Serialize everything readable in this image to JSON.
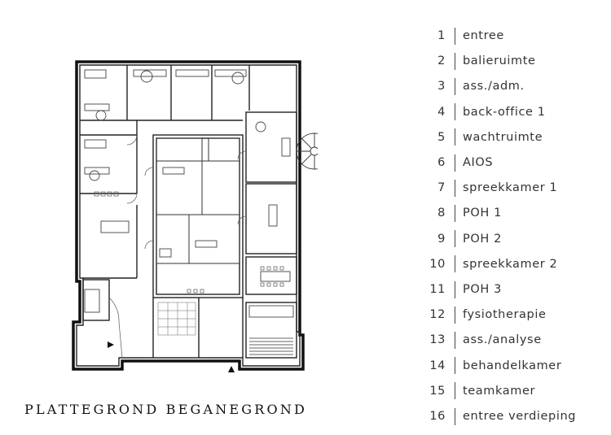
{
  "title": "PLATTEGROND BEGANEGROND",
  "legend": [
    {
      "number": "1",
      "label": "entree"
    },
    {
      "number": "2",
      "label": "balieruimte"
    },
    {
      "number": "3",
      "label": "ass./adm."
    },
    {
      "number": "4",
      "label": "back-office 1"
    },
    {
      "number": "5",
      "label": "wachtruimte"
    },
    {
      "number": "6",
      "label": "AIOS"
    },
    {
      "number": "7",
      "label": "spreekkamer 1"
    },
    {
      "number": "8",
      "label": "POH 1"
    },
    {
      "number": "9",
      "label": "POH 2"
    },
    {
      "number": "10",
      "label": "spreekkamer 2"
    },
    {
      "number": "11",
      "label": "POH 3"
    },
    {
      "number": "12",
      "label": "fysiotherapie"
    },
    {
      "number": "13",
      "label": "ass./analyse"
    },
    {
      "number": "14",
      "label": "behandelkamer"
    },
    {
      "number": "15",
      "label": "teamkamer"
    },
    {
      "number": "16",
      "label": "entree verdieping"
    }
  ],
  "colors": {
    "wall": "#111111",
    "line": "#555555",
    "text": "#333333",
    "background": "#ffffff"
  }
}
